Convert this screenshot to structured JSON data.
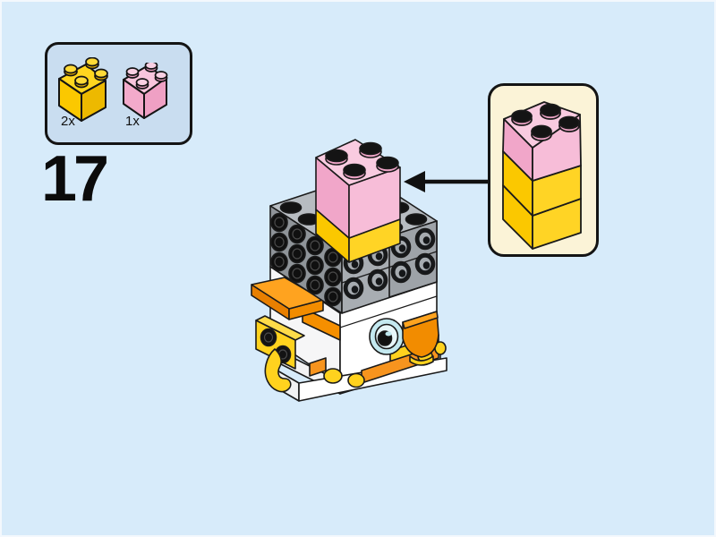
{
  "page": {
    "background_color": "#D7EBFA",
    "type_hint": "lego-building-instruction-step"
  },
  "step": {
    "number": "17"
  },
  "parts_panel": {
    "background_color": "#C9DDF0",
    "parts": [
      {
        "count_label": "2x",
        "brick": "yellow-2x2-brick",
        "color": "#FFD61F"
      },
      {
        "count_label": "1x",
        "brick": "pink-2x2-brick",
        "color": "#F8C5DC"
      }
    ]
  },
  "callout": {
    "background_color": "#FBF3D7",
    "stack_bricks": [
      "pink-2x2-brick",
      "yellow-2x2-brick",
      "yellow-2x2-brick"
    ]
  },
  "model": {
    "name": "partially-built-brickheadz-chicken",
    "placement": "pink-2x2-brick-on-yellow-2x2-brick-on-gray-head-top",
    "colors": {
      "gray_top": "#B7BCC1",
      "gray_left": "#8F9499",
      "gray_right": "#A8ADB2",
      "yellow": "#FFD21E",
      "pink": "#F7BDD8",
      "orange": "#F7941E",
      "white": "#FFFFFF",
      "eye_cyan": "#C4E9F0",
      "outline": "#1A1A1A"
    }
  },
  "arrow": {
    "direction": "left",
    "color": "#111111"
  }
}
